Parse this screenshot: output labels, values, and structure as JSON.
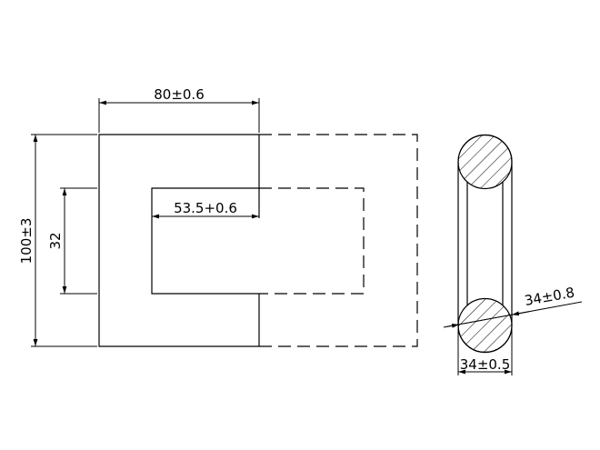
{
  "drawing": {
    "dimensions": {
      "width_top": "80±0.6",
      "inner_length": "53.5+0.6",
      "overall_height": "100±3",
      "inner_height": "32",
      "section_diameter": "34±0.8",
      "section_width": "34±0.5"
    },
    "colors": {
      "background": "#ffffff",
      "line": "#000000"
    }
  }
}
